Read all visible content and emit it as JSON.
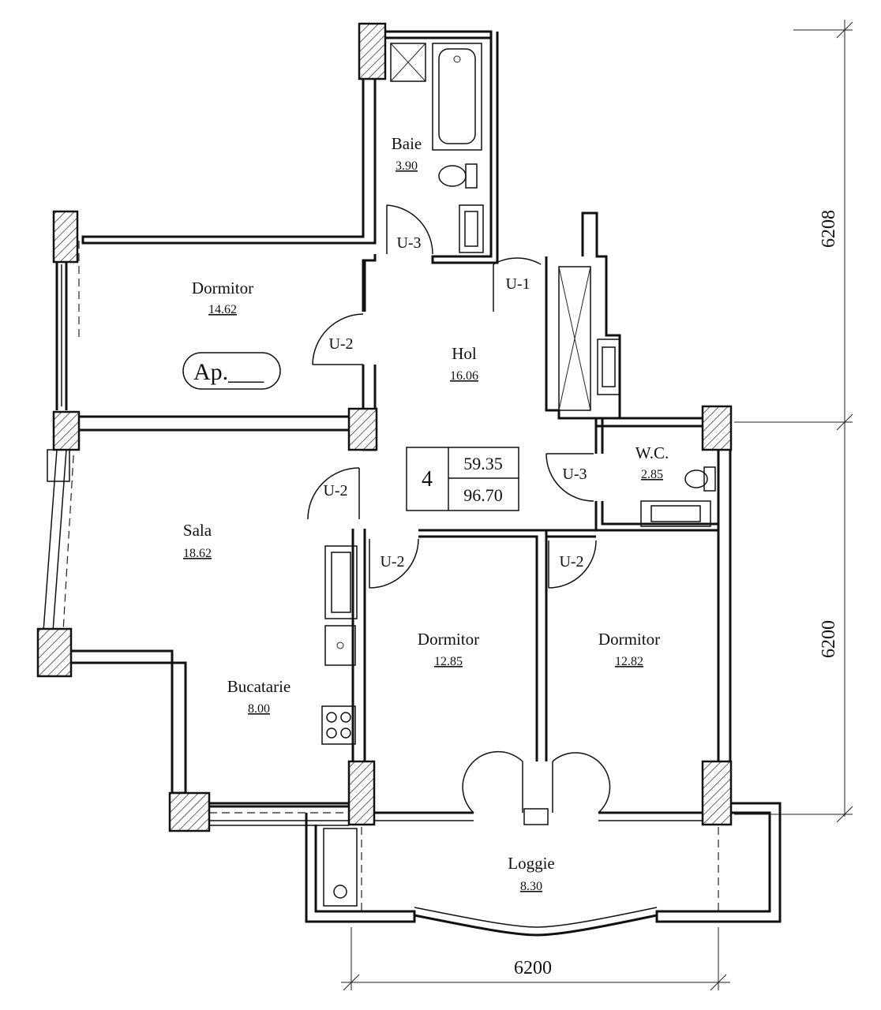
{
  "rooms": {
    "baie": {
      "name": "Baie",
      "area": "3.90"
    },
    "dormitor_nw": {
      "name": "Dormitor",
      "area": "14.62"
    },
    "hol": {
      "name": "Hol",
      "area": "16.06"
    },
    "wc": {
      "name": "W.C.",
      "area": "2.85"
    },
    "sala": {
      "name": "Sala",
      "area": "18.62"
    },
    "bucatarie": {
      "name": "Bucatarie",
      "area": "8.00"
    },
    "dormitor_center": {
      "name": "Dormitor",
      "area": "12.85"
    },
    "dormitor_east": {
      "name": "Dormitor",
      "area": "12.82"
    },
    "loggie": {
      "name": "Loggie",
      "area": "8.30"
    }
  },
  "apartment_label": "Ap.___",
  "info_box": {
    "rooms": "4",
    "living_area": "59.35",
    "total_area": "96.70"
  },
  "doors": {
    "baie": "U-3",
    "hol_entry": "U-1",
    "dormitor_nw": "U-2",
    "sala": "U-2",
    "wc": "U-3",
    "dormitor_center": "U-2",
    "dormitor_east": "U-2"
  },
  "dimensions": {
    "right_upper": "6208",
    "right_lower": "6200",
    "bottom": "6200"
  }
}
